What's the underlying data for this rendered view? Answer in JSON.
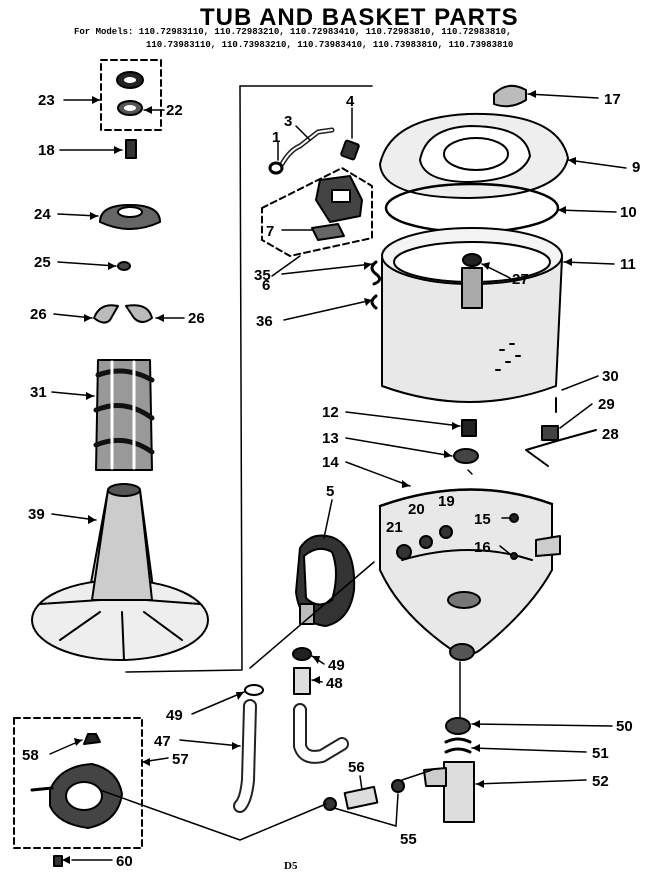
{
  "title": "TUB AND BASKET PARTS",
  "models": {
    "line1": "For Models: 110.72983110, 110.72983210, 110.72983410, 110.72983810, 110.72983810,",
    "line2": "110.73983110, 110.73983210, 110.73983410, 110.73983810, 110.73983810"
  },
  "callouts": [
    "1",
    "3",
    "4",
    "5",
    "6",
    "7",
    "9",
    "10",
    "11",
    "12",
    "13",
    "14",
    "15",
    "16",
    "17",
    "18",
    "19",
    "20",
    "21",
    "22",
    "23",
    "24",
    "25",
    "26",
    "27",
    "28",
    "29",
    "30",
    "31",
    "35",
    "36",
    "39",
    "47",
    "48",
    "49",
    "50",
    "51",
    "52",
    "55",
    "56",
    "57",
    "58",
    "60"
  ],
  "labels": {
    "p23": "23",
    "p22": "22",
    "p18": "18",
    "p24": "24",
    "p25": "25",
    "p26a": "26",
    "p26b": "26",
    "p31": "31",
    "p39": "39",
    "p3": "3",
    "p4": "4",
    "p1": "1",
    "p7": "7",
    "p6": "6",
    "p17": "17",
    "p9": "9",
    "p10": "10",
    "p11": "11",
    "p27": "27",
    "p35": "35",
    "p36": "36",
    "p30": "30",
    "p29": "29",
    "p28": "28",
    "p12": "12",
    "p13": "13",
    "p14": "14",
    "p5": "5",
    "p20": "20",
    "p19": "19",
    "p21": "21",
    "p15": "15",
    "p16": "16",
    "p49a": "49",
    "p48": "48",
    "p49b": "49",
    "p47": "47",
    "p50": "50",
    "p51": "51",
    "p52": "52",
    "p56": "56",
    "p55": "55",
    "p58": "58",
    "p57": "57",
    "p60": "60"
  },
  "drawing_code": "D5"
}
